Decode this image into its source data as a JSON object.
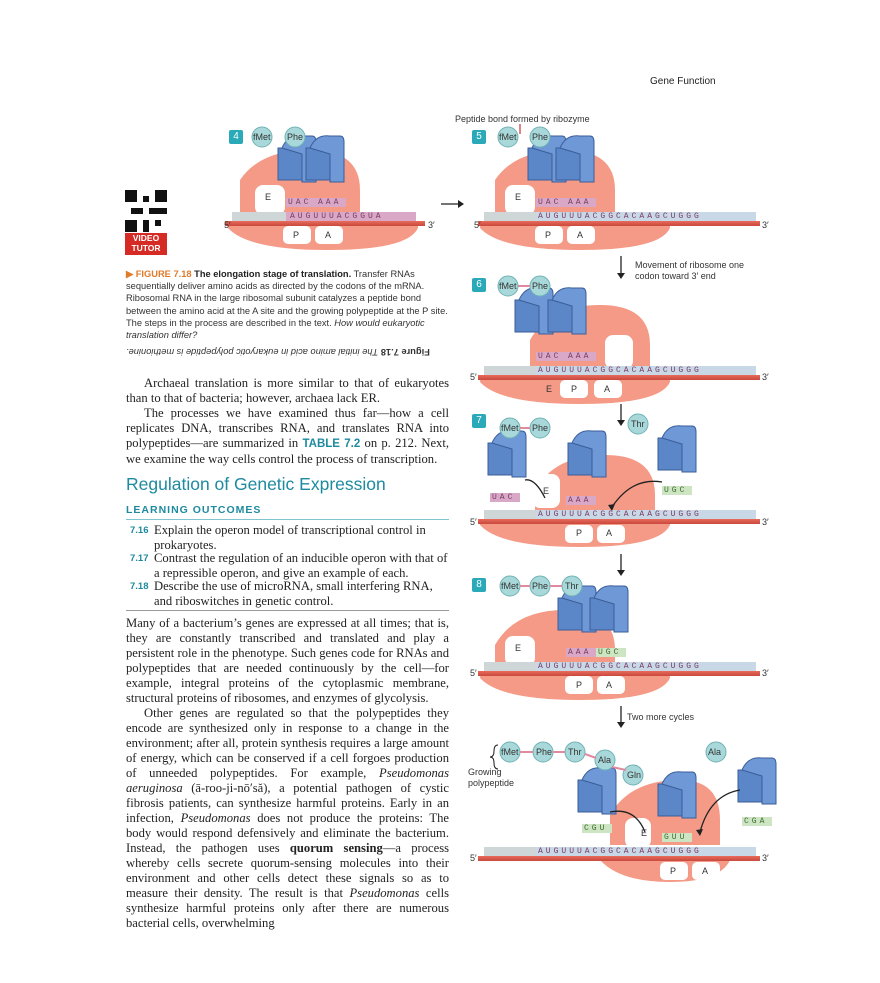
{
  "header": {
    "running_title": "Gene Function"
  },
  "figure": {
    "steps": [
      "4",
      "5",
      "6",
      "7",
      "8"
    ],
    "peptide_bond_label": "Peptide bond formed by ribozyme",
    "movement_label": "Movement of ribosome one codon toward 3′ end",
    "two_more_label": "Two more cycles",
    "growing_label": "Growing polypeptide",
    "five_prime": "5′",
    "three_prime": "3′",
    "site_e": "E",
    "site_p": "P",
    "site_a": "A",
    "aa": {
      "fmet": "fMet",
      "phe": "Phe",
      "thr": "Thr",
      "ala": "Ala",
      "gln": "Gln"
    },
    "mrna_4": "AUGUUUACGGUA",
    "mrna_long": "AUGUUUACGGCACAAGCUGGG",
    "anticodon_uac": "UAC",
    "anticodon_aaa": "AAA",
    "anticodon_ugc": "UGC",
    "anticodon_cgu": "CGU",
    "anticodon_guu": "GUU",
    "anticodon_cga": "CGA",
    "video_line1": "VIDEO",
    "video_line2": "TUTOR"
  },
  "caption": {
    "figure_label": "FIGURE 7.18",
    "title": "The elongation stage of translation.",
    "body": "Transfer RNAs sequentially deliver amino acids as directed by the codons of the mRNA. Ribosomal RNA in the large ribosomal subunit catalyzes a peptide bond between the amino acid at the A site and the growing polypeptide at the P site. The steps in the process are described in the text.",
    "question": "How would eukaryotic translation differ?",
    "answer_label": "Figure 7.18",
    "answer": "The initial amino acid in eukaryotic polypeptide is methionine."
  },
  "body": {
    "p1": "Archaeal translation is more similar to that of eukaryotes than to that of bacteria; however, archaea lack ER.",
    "p2_a": "The processes we have examined thus far—how a cell replicates DNA, transcribes RNA, and translates RNA into polypeptides—are summarized in",
    "p2_table": "TABLE 7.2",
    "p2_b": "on p. 212. Next, we examine the way cells control the process of transcription.",
    "section_title": "Regulation of Genetic Expression",
    "learning_outcomes": "LEARNING OUTCOMES",
    "outcomes": [
      {
        "num": "7.16",
        "text": "Explain the operon model of transcriptional control in prokaryotes."
      },
      {
        "num": "7.17",
        "text": "Contrast the regulation of an inducible operon with that of a repressible operon, and give an example of each."
      },
      {
        "num": "7.18",
        "text": "Describe the use of microRNA, small interfering RNA, and riboswitches in genetic control."
      }
    ],
    "p3": "Many of a bacterium’s genes are expressed at all times; that is, they are constantly transcribed and translated and play a persistent role in the phenotype. Such genes code for RNAs and polypeptides that are needed continuously by the cell—for example, integral proteins of the cytoplasmic membrane, structural proteins of ribosomes, and enzymes of glycolysis.",
    "p4_a": "Other genes are regulated so that the polypeptides they encode are synthesized only in response to a change in the environment; after all, protein synthesis requires a large amount of energy, which can be conserved if a cell forgoes production of unneeded polypeptides. For example,",
    "p4_org1": "Pseudomonas aeruginosa",
    "p4_pron": "(ā-roo-ji-nō′să), a potential pathogen of cystic fibrosis patients, can synthesize harmful proteins. Early in an infection,",
    "p4_org2": "Pseudomonas",
    "p4_b": "does not produce the proteins: The body would respond defensively and eliminate the bacterium. Instead, the pathogen uses",
    "p4_term": "quorum sensing",
    "p4_c": "—a process whereby cells secrete quorum-sensing molecules into their environment and other cells detect these signals so as to measure their density. The result is that",
    "p4_org3": "Pseudomonas",
    "p4_d": "cells synthesize harmful proteins only after there are numerous bacterial cells, overwhelming"
  }
}
